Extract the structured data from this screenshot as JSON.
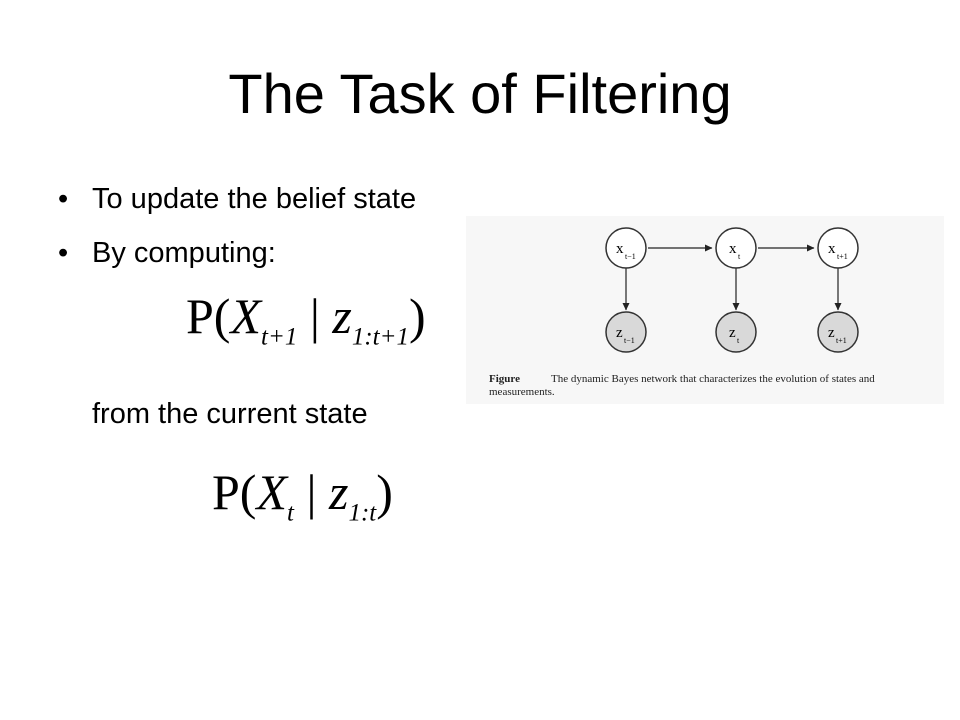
{
  "slide": {
    "title": "The Task of Filtering",
    "bullets": [
      {
        "marker": "•",
        "text": "To update the belief state"
      },
      {
        "marker": "•",
        "text": "By computing:"
      }
    ],
    "continuation": "from the current state"
  },
  "equations": {
    "next": {
      "fn": "P(",
      "var": "X",
      "var_sub": "t+1",
      "bar": " | ",
      "obs": "z",
      "obs_sub": "1:t+1",
      "close": ")"
    },
    "current": {
      "fn": "P(",
      "var": "X",
      "var_sub": "t",
      "bar": " | ",
      "obs": "z",
      "obs_sub": "1:t",
      "close": ")"
    }
  },
  "figure": {
    "nodes": {
      "x_prev": {
        "main": "x",
        "sub": "t−1"
      },
      "x_cur": {
        "main": "x",
        "sub": "t"
      },
      "x_next": {
        "main": "x",
        "sub": "t+1"
      },
      "z_prev": {
        "main": "z",
        "sub": "t−1"
      },
      "z_cur": {
        "main": "z",
        "sub": "t"
      },
      "z_next": {
        "main": "z",
        "sub": "t+1"
      }
    },
    "caption_label": "Figure",
    "caption_text": "The dynamic Bayes network that characterizes the evolution of states and measurements.",
    "state_node_fill": "#ffffff",
    "measurement_node_fill": "#d9d9d9"
  }
}
